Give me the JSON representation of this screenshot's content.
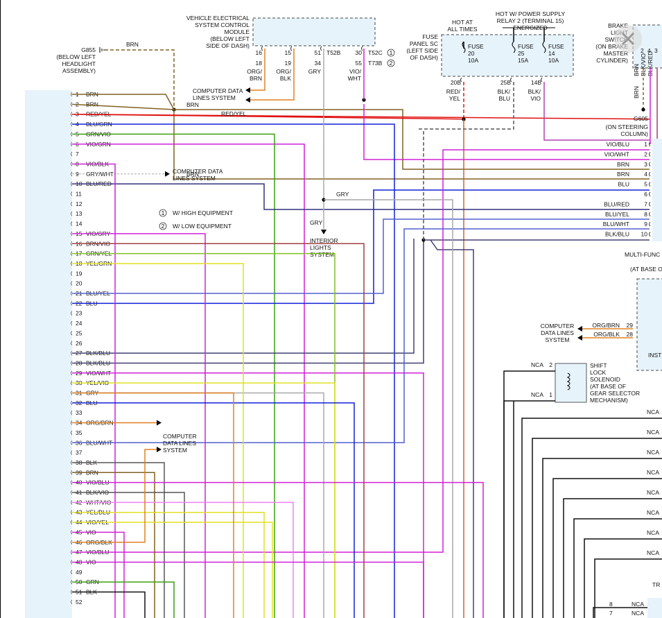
{
  "colors": {
    "BRN": "#806020",
    "RED": "#e01010",
    "REDYEL": "#e08020",
    "GRN": "#3aa012",
    "BLU": "#1020d8",
    "VIO": "#d020d8",
    "GRY": "#a8a8a8",
    "BLK": "#111111",
    "YEL": "#e0e020",
    "ORG": "#e08020",
    "NAVY": "#404070",
    "PINK": "#f080f0",
    "GRNYEL": "#80c020",
    "box": "#e6f3fb"
  },
  "vescm": {
    "lines": [
      "VEHICLE ELECTRICAL",
      "SYSTEM CONTROL",
      "MODULE",
      "(BELOW LEFT",
      "SIDE OF DASH)"
    ]
  },
  "vescm_pins": [
    "16",
    "15",
    "51",
    "30"
  ],
  "vescm_pins2": [
    "18",
    "19",
    "34",
    "55"
  ],
  "t52b": "T52B",
  "t52c": "T52C",
  "t73b": "T73B",
  "circ1": "1",
  "circ2": "2",
  "g855": {
    "label": "G855",
    "lines": [
      "(BELOW LEFT",
      "HEADLIGHT",
      "ASSEMBLY)"
    ]
  },
  "brn_top": "BRN",
  "wire_vescm": [
    [
      "ORG/",
      "BRN"
    ],
    [
      "ORG/",
      "BLK"
    ],
    [
      "GRY"
    ],
    [
      "VIO/",
      "WHT"
    ]
  ],
  "cdl_top": [
    "COMPUTER DATA",
    "LINES SYSTEM"
  ],
  "fuse_panel": {
    "lines": [
      "FUSE",
      "PANEL SC",
      "(LEFT SIDE",
      "OF DASH)"
    ]
  },
  "hot_at_all": [
    "HOT AT",
    "ALL TIMES"
  ],
  "hot_relay": [
    "HOT W/ POWER SUPPLY",
    "RELAY 2 (TERMINAL 15)",
    "ENERGIZED"
  ],
  "fuses": [
    {
      "label": "FUSE",
      "num": "20",
      "amp": "10A",
      "pin": "20B",
      "wire": [
        "RED/",
        "YEL"
      ]
    },
    {
      "label": "FUSE",
      "num": "25",
      "amp": "15A",
      "pin": "25B",
      "wire": [
        "BLK/",
        "BLU"
      ]
    },
    {
      "label": "FUSE",
      "num": "14",
      "amp": "10A",
      "pin": "14B",
      "wire": [
        "BLK/",
        "VIO"
      ]
    }
  ],
  "brake": {
    "lines": [
      "BRAKE",
      "LIGHT",
      "SWITCH",
      "(ON BRAKE",
      "MASTER",
      "CYLINDER)"
    ]
  },
  "brake_wires": [
    "BRN",
    "BLK/VIO",
    "BLK/RED"
  ],
  "brake_pins": [
    "2",
    "4",
    "3"
  ],
  "brake_brn2": "BRN",
  "g605": {
    "label": "G605",
    "lines": [
      "(ON STEERING",
      "COLUMN)"
    ]
  },
  "left_pins": [
    {
      "n": "1",
      "w": "BRN"
    },
    {
      "n": "2",
      "w": "BRN"
    },
    {
      "n": "3",
      "w": "RED/YEL"
    },
    {
      "n": "4",
      "w": "BLU/GRN"
    },
    {
      "n": "5",
      "w": "GRN/VIO"
    },
    {
      "n": "6",
      "w": "VIO/GRN"
    },
    {
      "n": "7",
      "w": ""
    },
    {
      "n": "8",
      "w": "VIO/BLK"
    },
    {
      "n": "9",
      "w": "GRY/WHT"
    },
    {
      "n": "10",
      "w": "BLU/RED"
    },
    {
      "n": "11",
      "w": ""
    },
    {
      "n": "12",
      "w": ""
    },
    {
      "n": "13",
      "w": ""
    },
    {
      "n": "14",
      "w": ""
    },
    {
      "n": "15",
      "w": "VIO/GRY"
    },
    {
      "n": "16",
      "w": "BRN/VIO"
    },
    {
      "n": "17",
      "w": "GRN/YEL"
    },
    {
      "n": "18",
      "w": "YEL/GRN"
    },
    {
      "n": "19",
      "w": ""
    },
    {
      "n": "20",
      "w": ""
    },
    {
      "n": "21",
      "w": "BLU/YEL"
    },
    {
      "n": "22",
      "w": "BLU"
    },
    {
      "n": "23",
      "w": ""
    },
    {
      "n": "24",
      "w": ""
    },
    {
      "n": "25",
      "w": ""
    },
    {
      "n": "26",
      "w": ""
    },
    {
      "n": "27",
      "w": "BLK/BLU"
    },
    {
      "n": "28",
      "w": "BLK/BLU"
    },
    {
      "n": "29",
      "w": "VIO/WHT"
    },
    {
      "n": "30",
      "w": "YEL/VIO"
    },
    {
      "n": "31",
      "w": "GRY"
    },
    {
      "n": "32",
      "w": "BLU"
    },
    {
      "n": "33",
      "w": ""
    },
    {
      "n": "34",
      "w": "ORG/BRN"
    },
    {
      "n": "35",
      "w": ""
    },
    {
      "n": "36",
      "w": "BLU/WHT"
    },
    {
      "n": "37",
      "w": ""
    },
    {
      "n": "38",
      "w": "BLK"
    },
    {
      "n": "39",
      "w": "BRN"
    },
    {
      "n": "40",
      "w": "VIO/BLU"
    },
    {
      "n": "41",
      "w": "BLK/VIO"
    },
    {
      "n": "42",
      "w": "WHT/VIO"
    },
    {
      "n": "43",
      "w": "YEL/BLU"
    },
    {
      "n": "44",
      "w": "VIO/YEL"
    },
    {
      "n": "45",
      "w": "VIO"
    },
    {
      "n": "46",
      "w": "ORG/BLK"
    },
    {
      "n": "47",
      "w": "VIO/BLU"
    },
    {
      "n": "48",
      "w": "VIO"
    },
    {
      "n": "49",
      "w": ""
    },
    {
      "n": "50",
      "w": "GRN"
    },
    {
      "n": "51",
      "w": "BLK"
    },
    {
      "n": "52",
      "w": ""
    }
  ],
  "mid_labels": {
    "brn1": "BRN",
    "redyel": "RED/YEL",
    "brn2": "BRN",
    "gry1": "GRY",
    "gry2": "GRY",
    "cdl9": [
      "COMPUTER DATA",
      "LINES SYSTEM"
    ],
    "legend1": "W/ HIGH EQUIPMENT",
    "legend2": "W/ LOW EQUIPMENT",
    "interior": [
      "INTERIOR",
      "LIGHTS",
      "SYSTEM"
    ],
    "cdl34": [
      "COMPUTER",
      "DATA LINES",
      "SYSTEM"
    ]
  },
  "right_pins": [
    {
      "n": "1",
      "w": "VIO/BLU"
    },
    {
      "n": "2",
      "w": "VIO/WHT"
    },
    {
      "n": "3",
      "w": "BRN"
    },
    {
      "n": "4",
      "w": "BRN"
    },
    {
      "n": "5",
      "w": "BLU"
    },
    {
      "n": "6",
      "w": ""
    },
    {
      "n": "7",
      "w": "BLU/RED"
    },
    {
      "n": "8",
      "w": "BLU/YEL"
    },
    {
      "n": "9",
      "w": "BLU/WHT"
    },
    {
      "n": "10",
      "w": "BLK/BLU"
    }
  ],
  "multifunc": "MULTI-FUNC",
  "at_base": "(AT BASE O",
  "cdl_right": [
    "COMPUTER",
    "DATA LINES",
    "SYSTEM"
  ],
  "cdl_right_wires": [
    {
      "w": "ORG/BRN",
      "n": "29"
    },
    {
      "w": "ORG/BLK",
      "n": "28"
    }
  ],
  "inst": "INST",
  "shift_lock": {
    "lines": [
      "SHIFT",
      "LOCK",
      "SOLENOID",
      "(AT BASE OF",
      "GEAR SELECTOR",
      "MECHANISM)"
    ]
  },
  "nca_sol": [
    {
      "t": "NCA",
      "n": "2"
    },
    {
      "t": "NCA",
      "n": "1"
    }
  ],
  "nca_right": [
    "NCA",
    "NCA",
    "NCA",
    "NCA",
    "NCA",
    "NCA",
    "NCA",
    "NCA"
  ],
  "bottom_right": {
    "n8": "8",
    "n7": "7",
    "nca1": "NCA",
    "nca2": "NCA",
    "tr": "TR"
  }
}
